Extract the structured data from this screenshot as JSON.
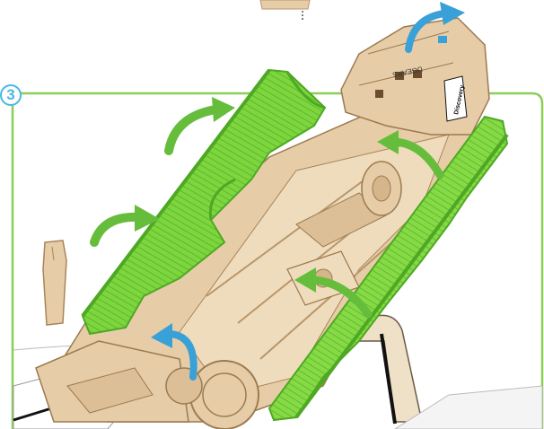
{
  "step": {
    "number": "3"
  },
  "nose_label": {
    "text": "Discovery"
  },
  "logo": {
    "text": "UGEARS"
  },
  "colors": {
    "frame": "#8ccd57",
    "step_badge": "#47b7e6",
    "panel_green": "#7dd63e",
    "panel_green_dark": "#4ea824",
    "wood": "#e6cda8",
    "wood_dark": "#c39f72",
    "arrow_green": "#66bd3c",
    "arrow_blue": "#3aa0d8"
  },
  "arrows": [
    {
      "name": "arrow-green-upper-left",
      "color": "green"
    },
    {
      "name": "arrow-green-mid-left",
      "color": "green"
    },
    {
      "name": "arrow-green-right-upper",
      "color": "green"
    },
    {
      "name": "arrow-green-right-lower",
      "color": "green"
    },
    {
      "name": "arrow-blue-top",
      "color": "blue"
    },
    {
      "name": "arrow-blue-bottom",
      "color": "blue"
    }
  ]
}
